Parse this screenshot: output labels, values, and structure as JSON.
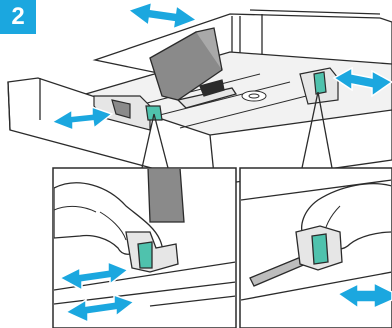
{
  "step": {
    "number": "2"
  },
  "colors": {
    "badge": "#1ba7df",
    "arrow": "#1ba7df",
    "arrow_highlight": "#ffffff",
    "guide_teal": "#4fc2ad",
    "outline": "#2b2b2b",
    "tray_gray": "#d9d9d9",
    "paddle_gray": "#8a8a8a"
  },
  "icons": {
    "top_arrow": "double-arrow-horizontal-icon",
    "left_arrow": "double-arrow-horizontal-icon",
    "right_arrow": "double-arrow-horizontal-icon",
    "inset_left_arrows": "double-arrow-horizontal-icon",
    "inset_right_arrow": "double-arrow-horizontal-icon"
  },
  "insets": [
    {
      "id": "left-inset",
      "shows": "squeeze-side-guide-left"
    },
    {
      "id": "right-inset",
      "shows": "squeeze-side-guide-right"
    }
  ]
}
